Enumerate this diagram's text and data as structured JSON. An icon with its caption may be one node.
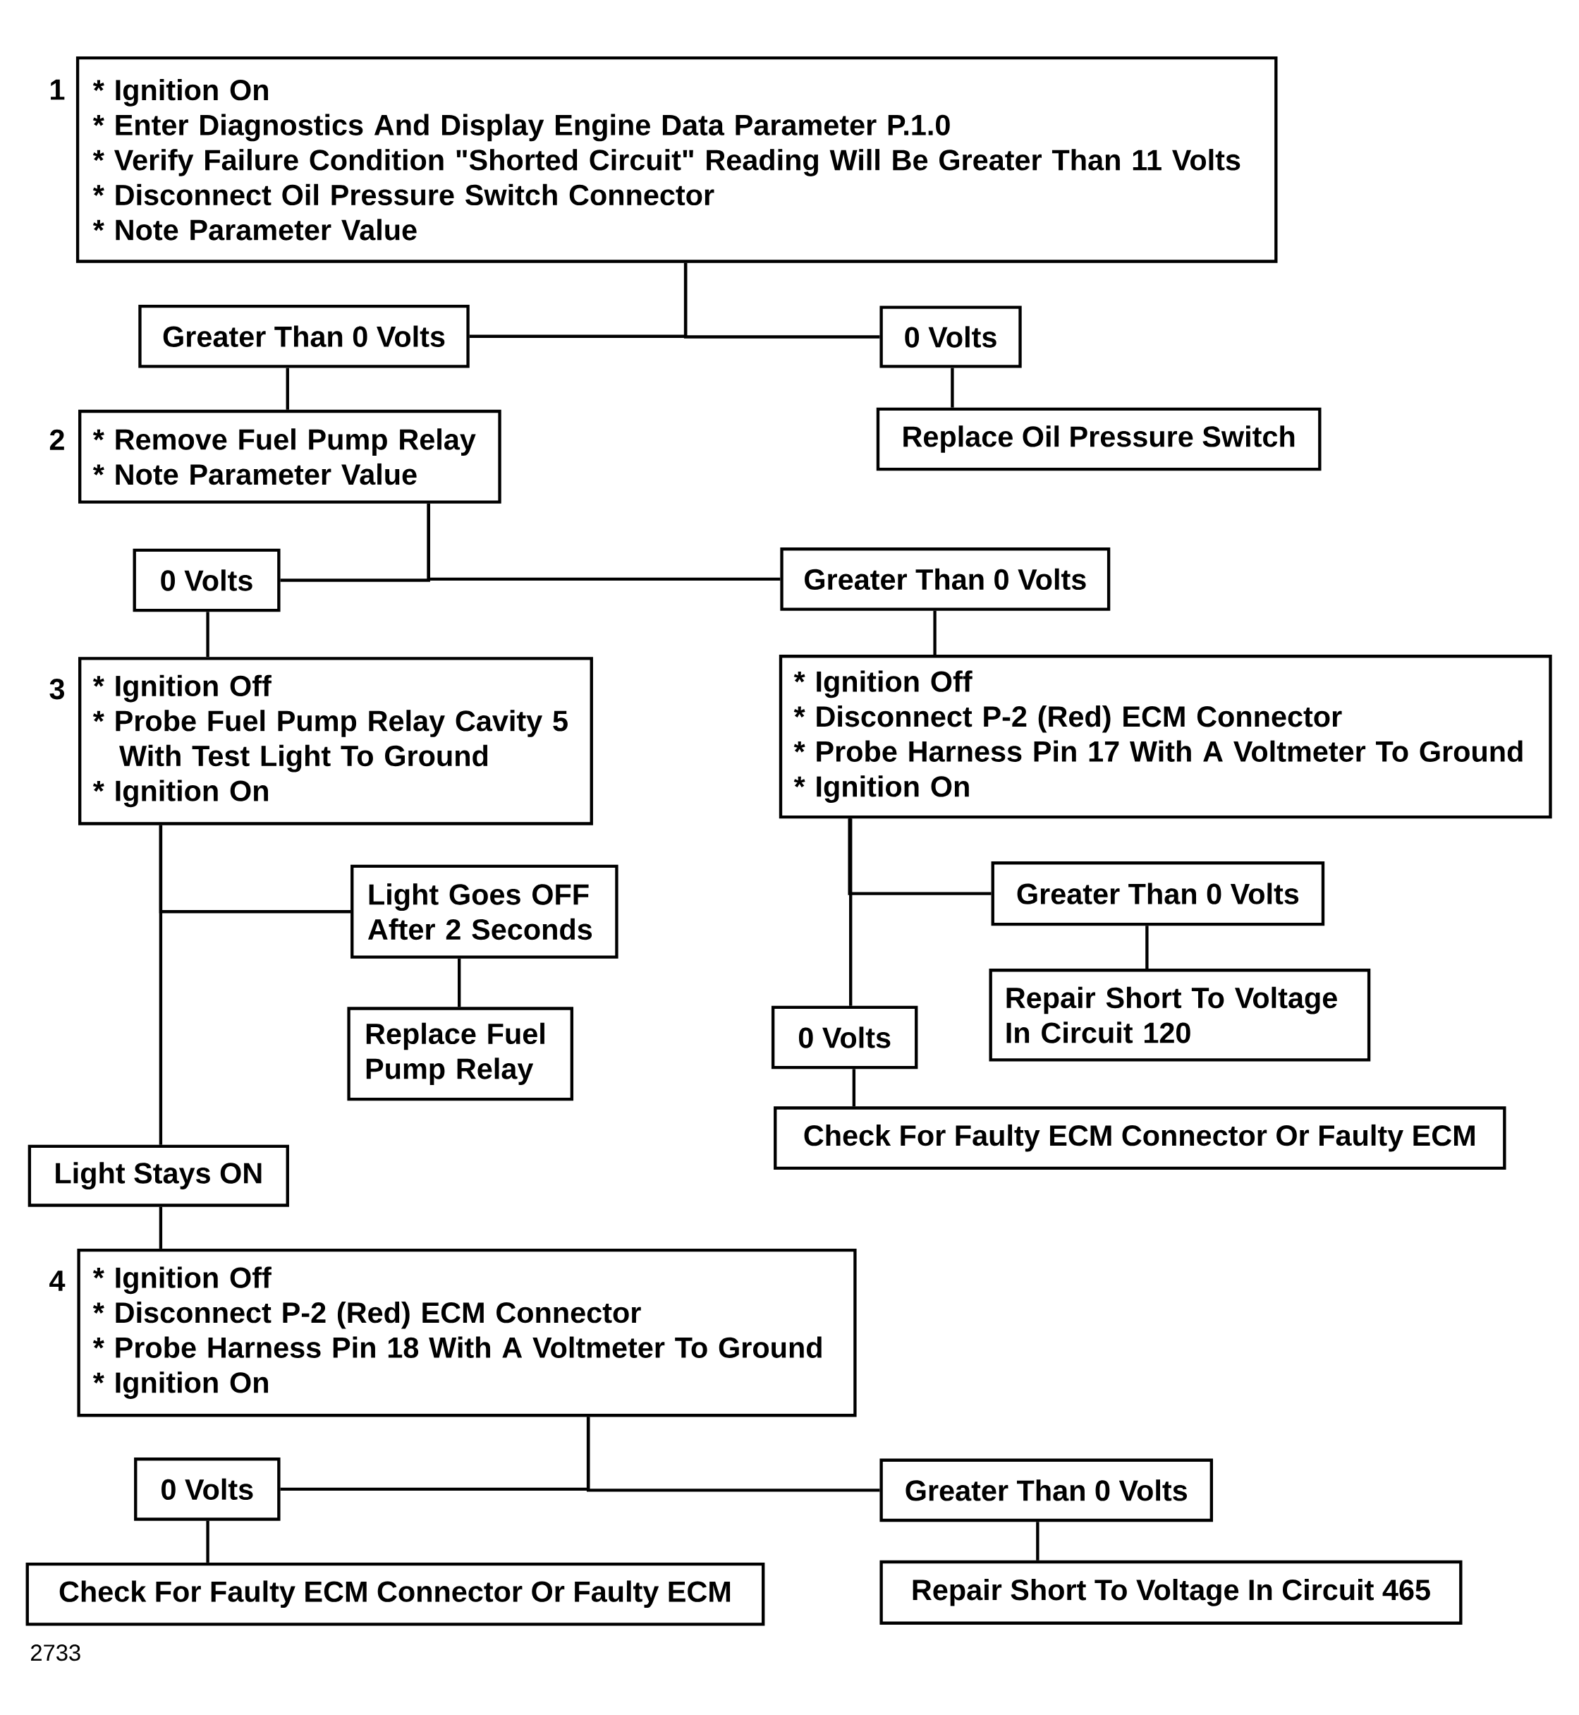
{
  "diagram": {
    "nodes": [
      {
        "text": [
          "* Ignition On",
          "* Enter Diagnostics And Display Engine Data Parameter P.1.0",
          "* Verify Failure Condition \"Shorted Circuit\" Reading Will Be Greater Than 11 Volts",
          "* Disconnect Oil Pressure Switch Connector",
          "* Note Parameter Value"
        ],
        "beside": [
          "1"
        ]
      },
      {
        "text": [
          "Greater Than 0 Volts"
        ]
      },
      {
        "text": [
          "0 Volts"
        ]
      },
      {
        "text": [
          "Replace Oil Pressure Switch"
        ]
      },
      {
        "text": [
          "* Remove Fuel Pump Relay",
          "* Note Parameter Value"
        ],
        "beside": [
          "2"
        ]
      },
      {
        "text": [
          "0 Volts"
        ]
      },
      {
        "text": [
          "Greater Than 0 Volts"
        ]
      },
      {
        "text": [
          "* Ignition Off",
          "* Probe Fuel Pump Relay Cavity 5 With Test Light To Ground",
          "* Ignition On"
        ],
        "beside": [
          "3"
        ]
      },
      {
        "text": [
          "* Ignition Off",
          "* Disconnect P-2 (Red) ECM Connector",
          "* Probe Harness Pin 17 With A Voltmeter To Ground",
          "* Ignition On"
        ]
      },
      {
        "text": [
          "Light Goes OFF After 2 Seconds"
        ]
      },
      {
        "text": [
          "Greater Than 0 Volts"
        ]
      },
      {
        "text": [
          "Replace Fuel Pump Relay"
        ]
      },
      {
        "text": [
          "Repair Short To Voltage In Circuit 120"
        ]
      },
      {
        "text": [
          "0 Volts"
        ]
      },
      {
        "text": [
          "Check For Faulty ECM Connector Or Faulty ECM"
        ]
      },
      {
        "text": [
          "Light Stays ON"
        ]
      },
      {
        "text": [
          "* Ignition Off",
          "* Disconnect P-2 (Red) ECM Connector",
          "* Probe Harness Pin 18 With A Voltmeter To Ground",
          "* Ignition On"
        ],
        "beside": [
          "4"
        ]
      },
      {
        "text": [
          "0 Volts"
        ]
      },
      {
        "text": [
          "Greater Than 0 Volts"
        ]
      },
      {
        "text": [
          "Check For Faulty ECM Connector Or Faulty ECM"
        ]
      },
      {
        "text": [
          "Repair Short To Voltage In Circuit 465"
        ]
      }
    ],
    "edges": [
      {
        "from": 0,
        "to": 1,
        "arrow": "none"
      },
      {
        "from": 0,
        "to": 2,
        "arrow": "none"
      },
      {
        "from": 2,
        "to": 3,
        "arrow": "none"
      },
      {
        "from": 1,
        "to": 4,
        "arrow": "none"
      },
      {
        "from": 4,
        "to": 5,
        "arrow": "none"
      },
      {
        "from": 4,
        "to": 6,
        "arrow": "none"
      },
      {
        "from": 5,
        "to": 7,
        "arrow": "none"
      },
      {
        "from": 6,
        "to": 8,
        "arrow": "none"
      },
      {
        "from": 7,
        "to": 9,
        "arrow": "none"
      },
      {
        "from": 7,
        "to": 15,
        "arrow": "none"
      },
      {
        "from": 9,
        "to": 11,
        "arrow": "none"
      },
      {
        "from": 8,
        "to": 10,
        "arrow": "none"
      },
      {
        "from": 8,
        "to": 13,
        "arrow": "none"
      },
      {
        "from": 10,
        "to": 12,
        "arrow": "none"
      },
      {
        "from": 13,
        "to": 14,
        "arrow": "none"
      },
      {
        "from": 15,
        "to": 16,
        "arrow": "none"
      },
      {
        "from": 16,
        "to": 17,
        "arrow": "none"
      },
      {
        "from": 16,
        "to": 18,
        "arrow": "none"
      },
      {
        "from": 17,
        "to": 19,
        "arrow": "none"
      },
      {
        "from": 18,
        "to": 20,
        "arrow": "none"
      }
    ],
    "labels": [
      "2733"
    ]
  }
}
